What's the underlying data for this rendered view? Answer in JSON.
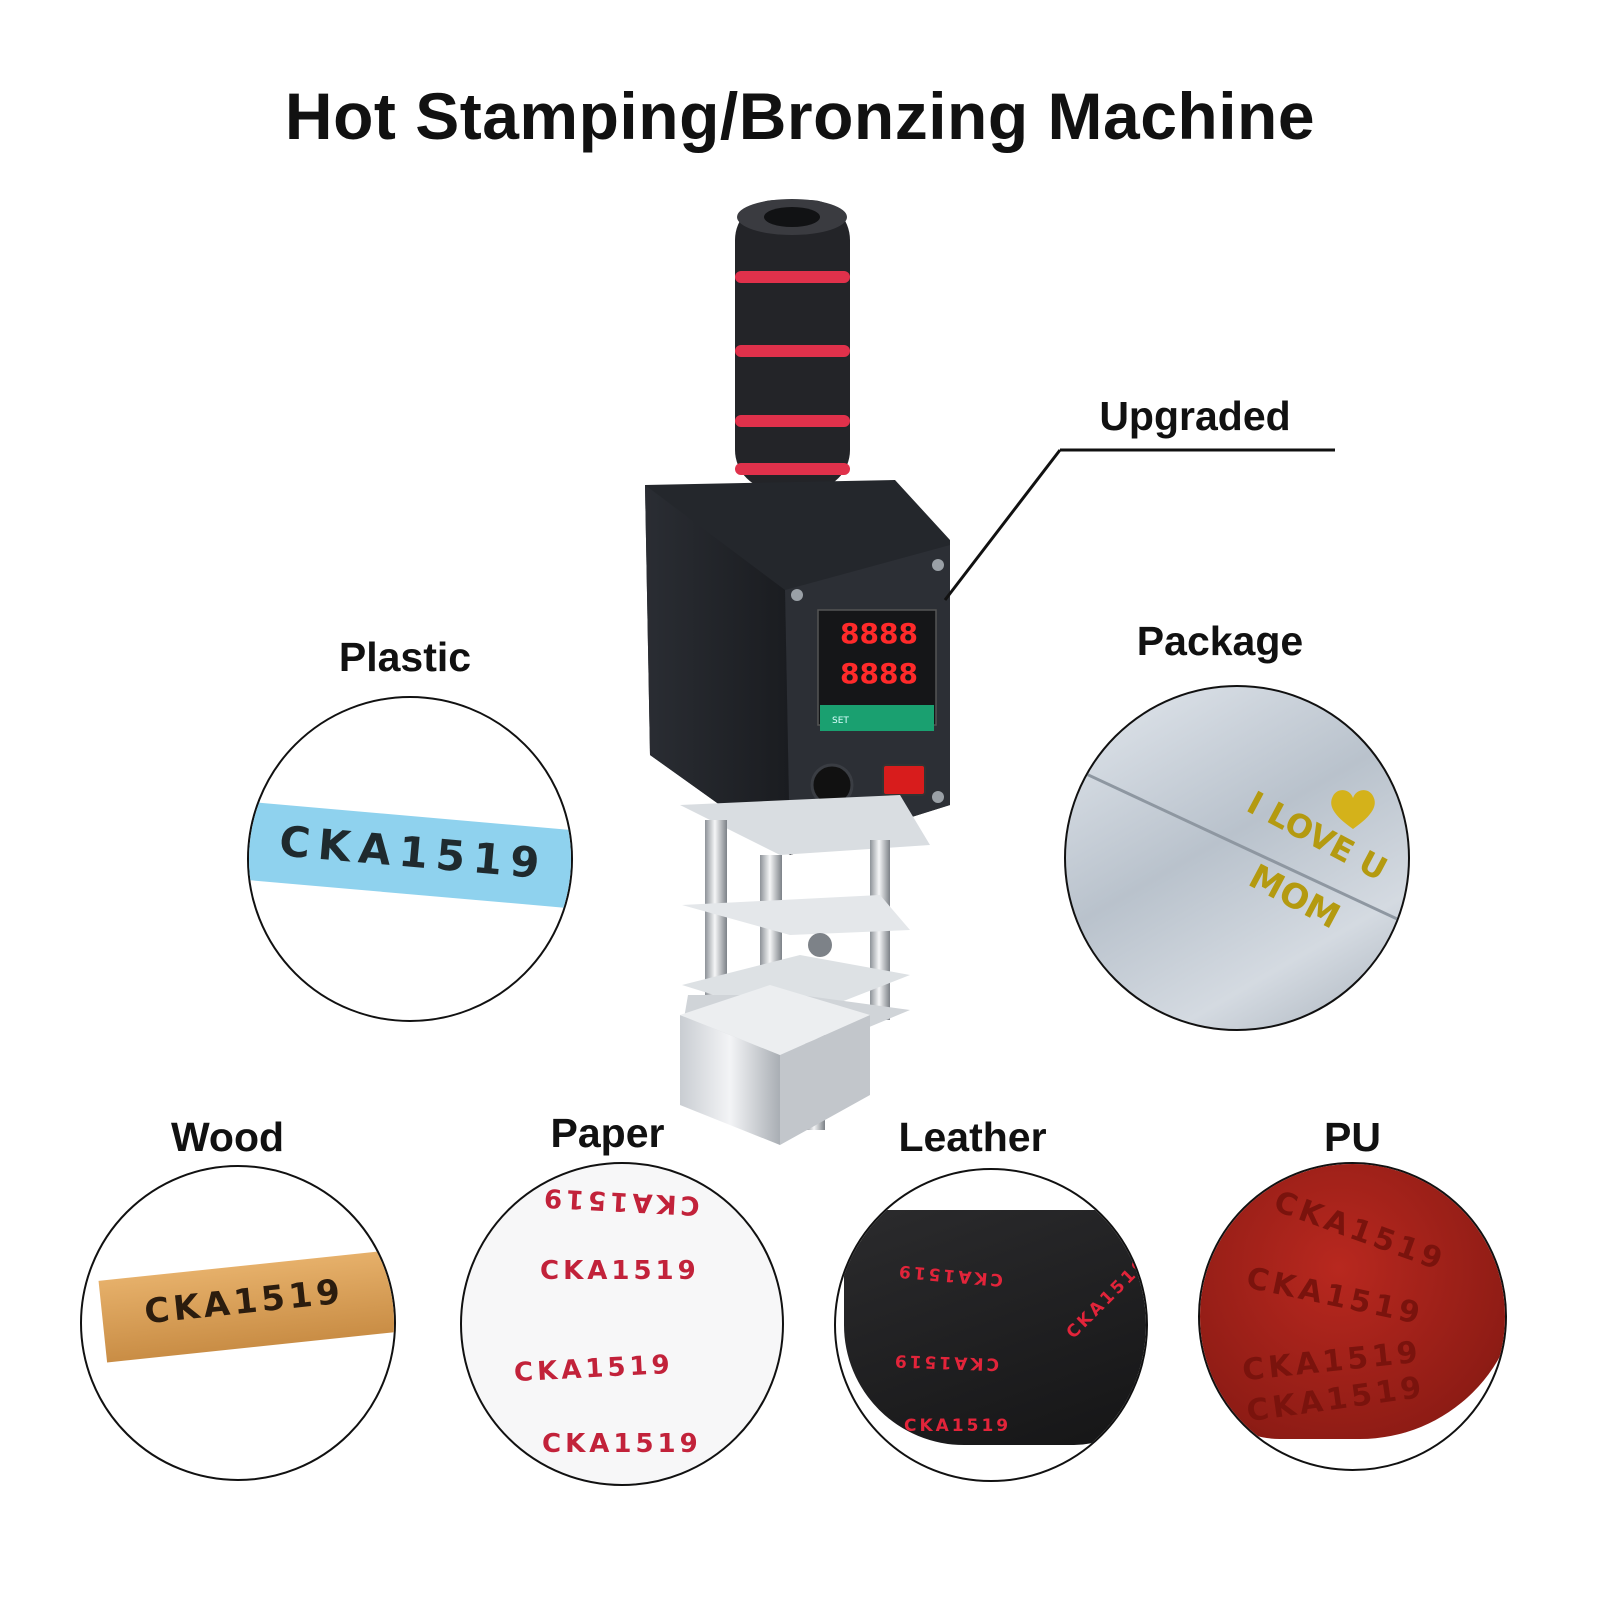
{
  "title": "Hot Stamping/Bronzing Machine",
  "callout": {
    "label": "Upgraded"
  },
  "samples": {
    "plastic": {
      "label": "Plastic",
      "text": "CKA1519"
    },
    "package": {
      "label": "Package",
      "line1": "I LOVE U",
      "line2": "MOM"
    },
    "wood": {
      "label": "Wood",
      "text": "CKA1519"
    },
    "paper": {
      "label": "Paper",
      "text": "CKA1519"
    },
    "leather": {
      "label": "Leather",
      "text": "CKA1519"
    },
    "pu": {
      "label": "PU",
      "text": "CKA1519"
    }
  },
  "machine": {
    "display_top": "8888",
    "display_bottom": "8888",
    "set_key": "SET"
  },
  "colors": {
    "handle_stripe": "#e0314b",
    "display_led": "#ff2a2a",
    "keypad": "#1aa070",
    "switch": "#d81c1c",
    "gold_foil": "#d4b21a",
    "pu_leather": "#a8221b",
    "wood": "#d9a15a"
  }
}
